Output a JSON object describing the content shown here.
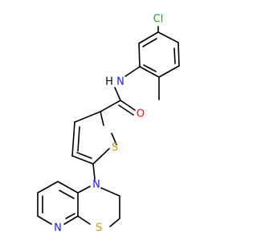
{
  "molecule": {
    "atoms": {
      "chlorine": "Cl",
      "amide_nitrogen": "N",
      "amide_hydrogen": "H",
      "carbonyl_oxygen": "O",
      "thiophene_sulfur": "S",
      "ring_nitrogen_upper": "N",
      "pyridine_nitrogen": "N",
      "thiazine_sulfur": "S"
    },
    "colors": {
      "bond": "#000000",
      "carbon_skeleton": "#000000",
      "chlorine": "#1fa81f",
      "nitrogen": "#1a1aff",
      "oxygen": "#ff0d0d",
      "sulfur": "#c8a000"
    }
  }
}
